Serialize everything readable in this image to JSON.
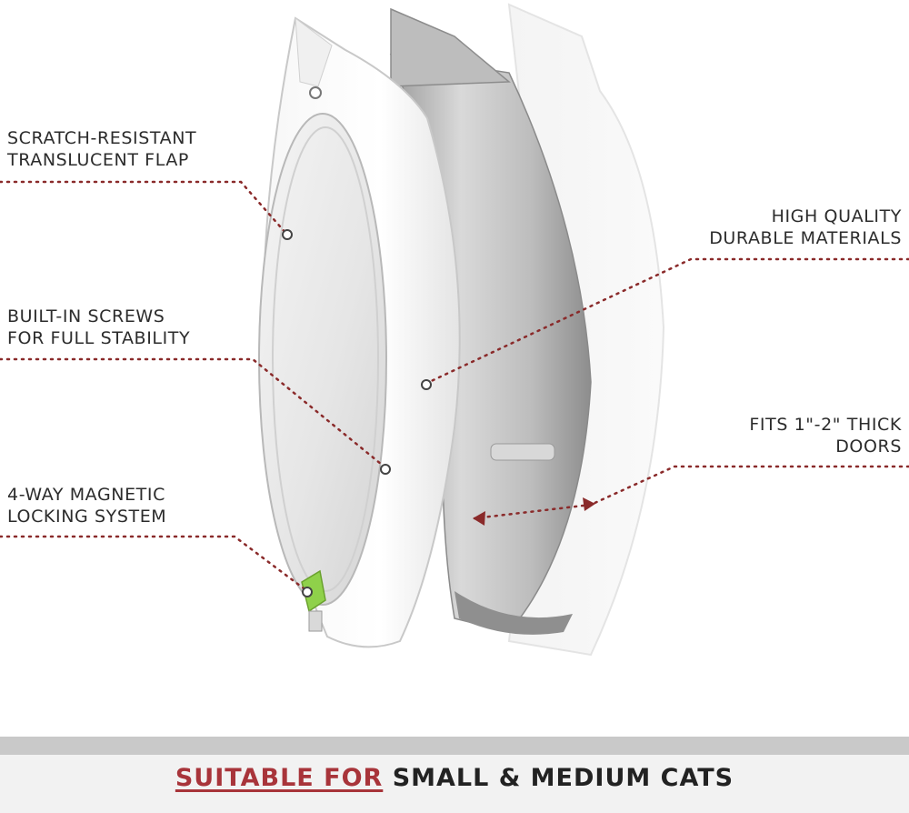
{
  "callouts": {
    "flap": {
      "line1": "SCRATCH-RESISTANT",
      "line2": "TRANSLUCENT FLAP"
    },
    "screws": {
      "line1": "BUILT-IN SCREWS",
      "line2": "FOR FULL STABILITY"
    },
    "locking": {
      "line1": "4-WAY MAGNETIC",
      "line2": "LOCKING SYSTEM"
    },
    "materials": {
      "line1": "HIGH QUALITY",
      "line2": "DURABLE MATERIALS"
    },
    "thickness": {
      "line1": "FITS 1\"-2\" THICK",
      "line2": "DOORS"
    }
  },
  "banner": {
    "accent": "SUITABLE FOR",
    "rest": " SMALL & MEDIUM CATS"
  },
  "colors": {
    "leader": "#8a2a2a",
    "accent": "#a8343a",
    "lock_green": "#8fd14a",
    "banner_bg": "#f2f2f2",
    "banner_stripe": "#c9c9c9"
  }
}
